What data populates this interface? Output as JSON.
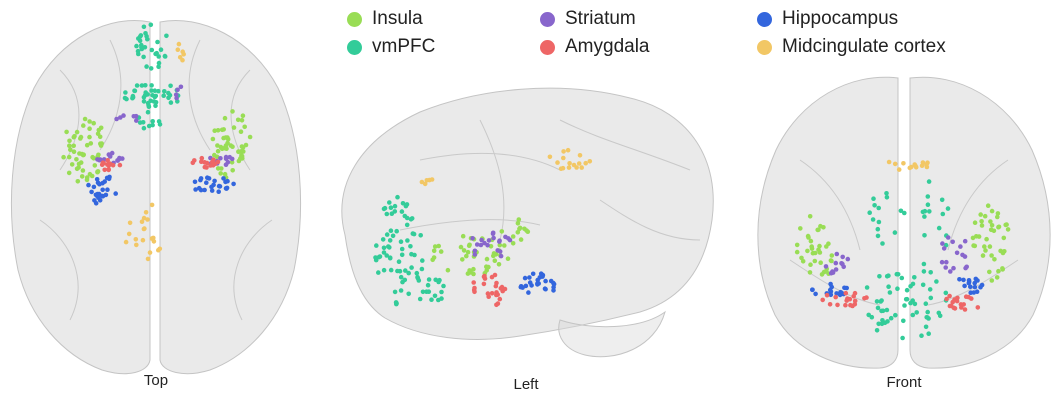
{
  "legend": [
    {
      "key": "insula",
      "label": "Insula",
      "color": "#99dd55"
    },
    {
      "key": "vmpfc",
      "label": "vmPFC",
      "color": "#33cc99"
    },
    {
      "key": "striatum",
      "label": "Striatum",
      "color": "#8866cc"
    },
    {
      "key": "amygdala",
      "label": "Amygdala",
      "color": "#ee6666"
    },
    {
      "key": "hippocampus",
      "label": "Hippocampus",
      "color": "#3366dd"
    },
    {
      "key": "midcingulate",
      "label": "Midcingulate cortex",
      "color": "#f2c765"
    }
  ],
  "views": [
    {
      "key": "top",
      "caption": "Top"
    },
    {
      "key": "left",
      "caption": "Left"
    },
    {
      "key": "front",
      "caption": "Front"
    }
  ],
  "brain_fill": "#d9d9d9"
}
